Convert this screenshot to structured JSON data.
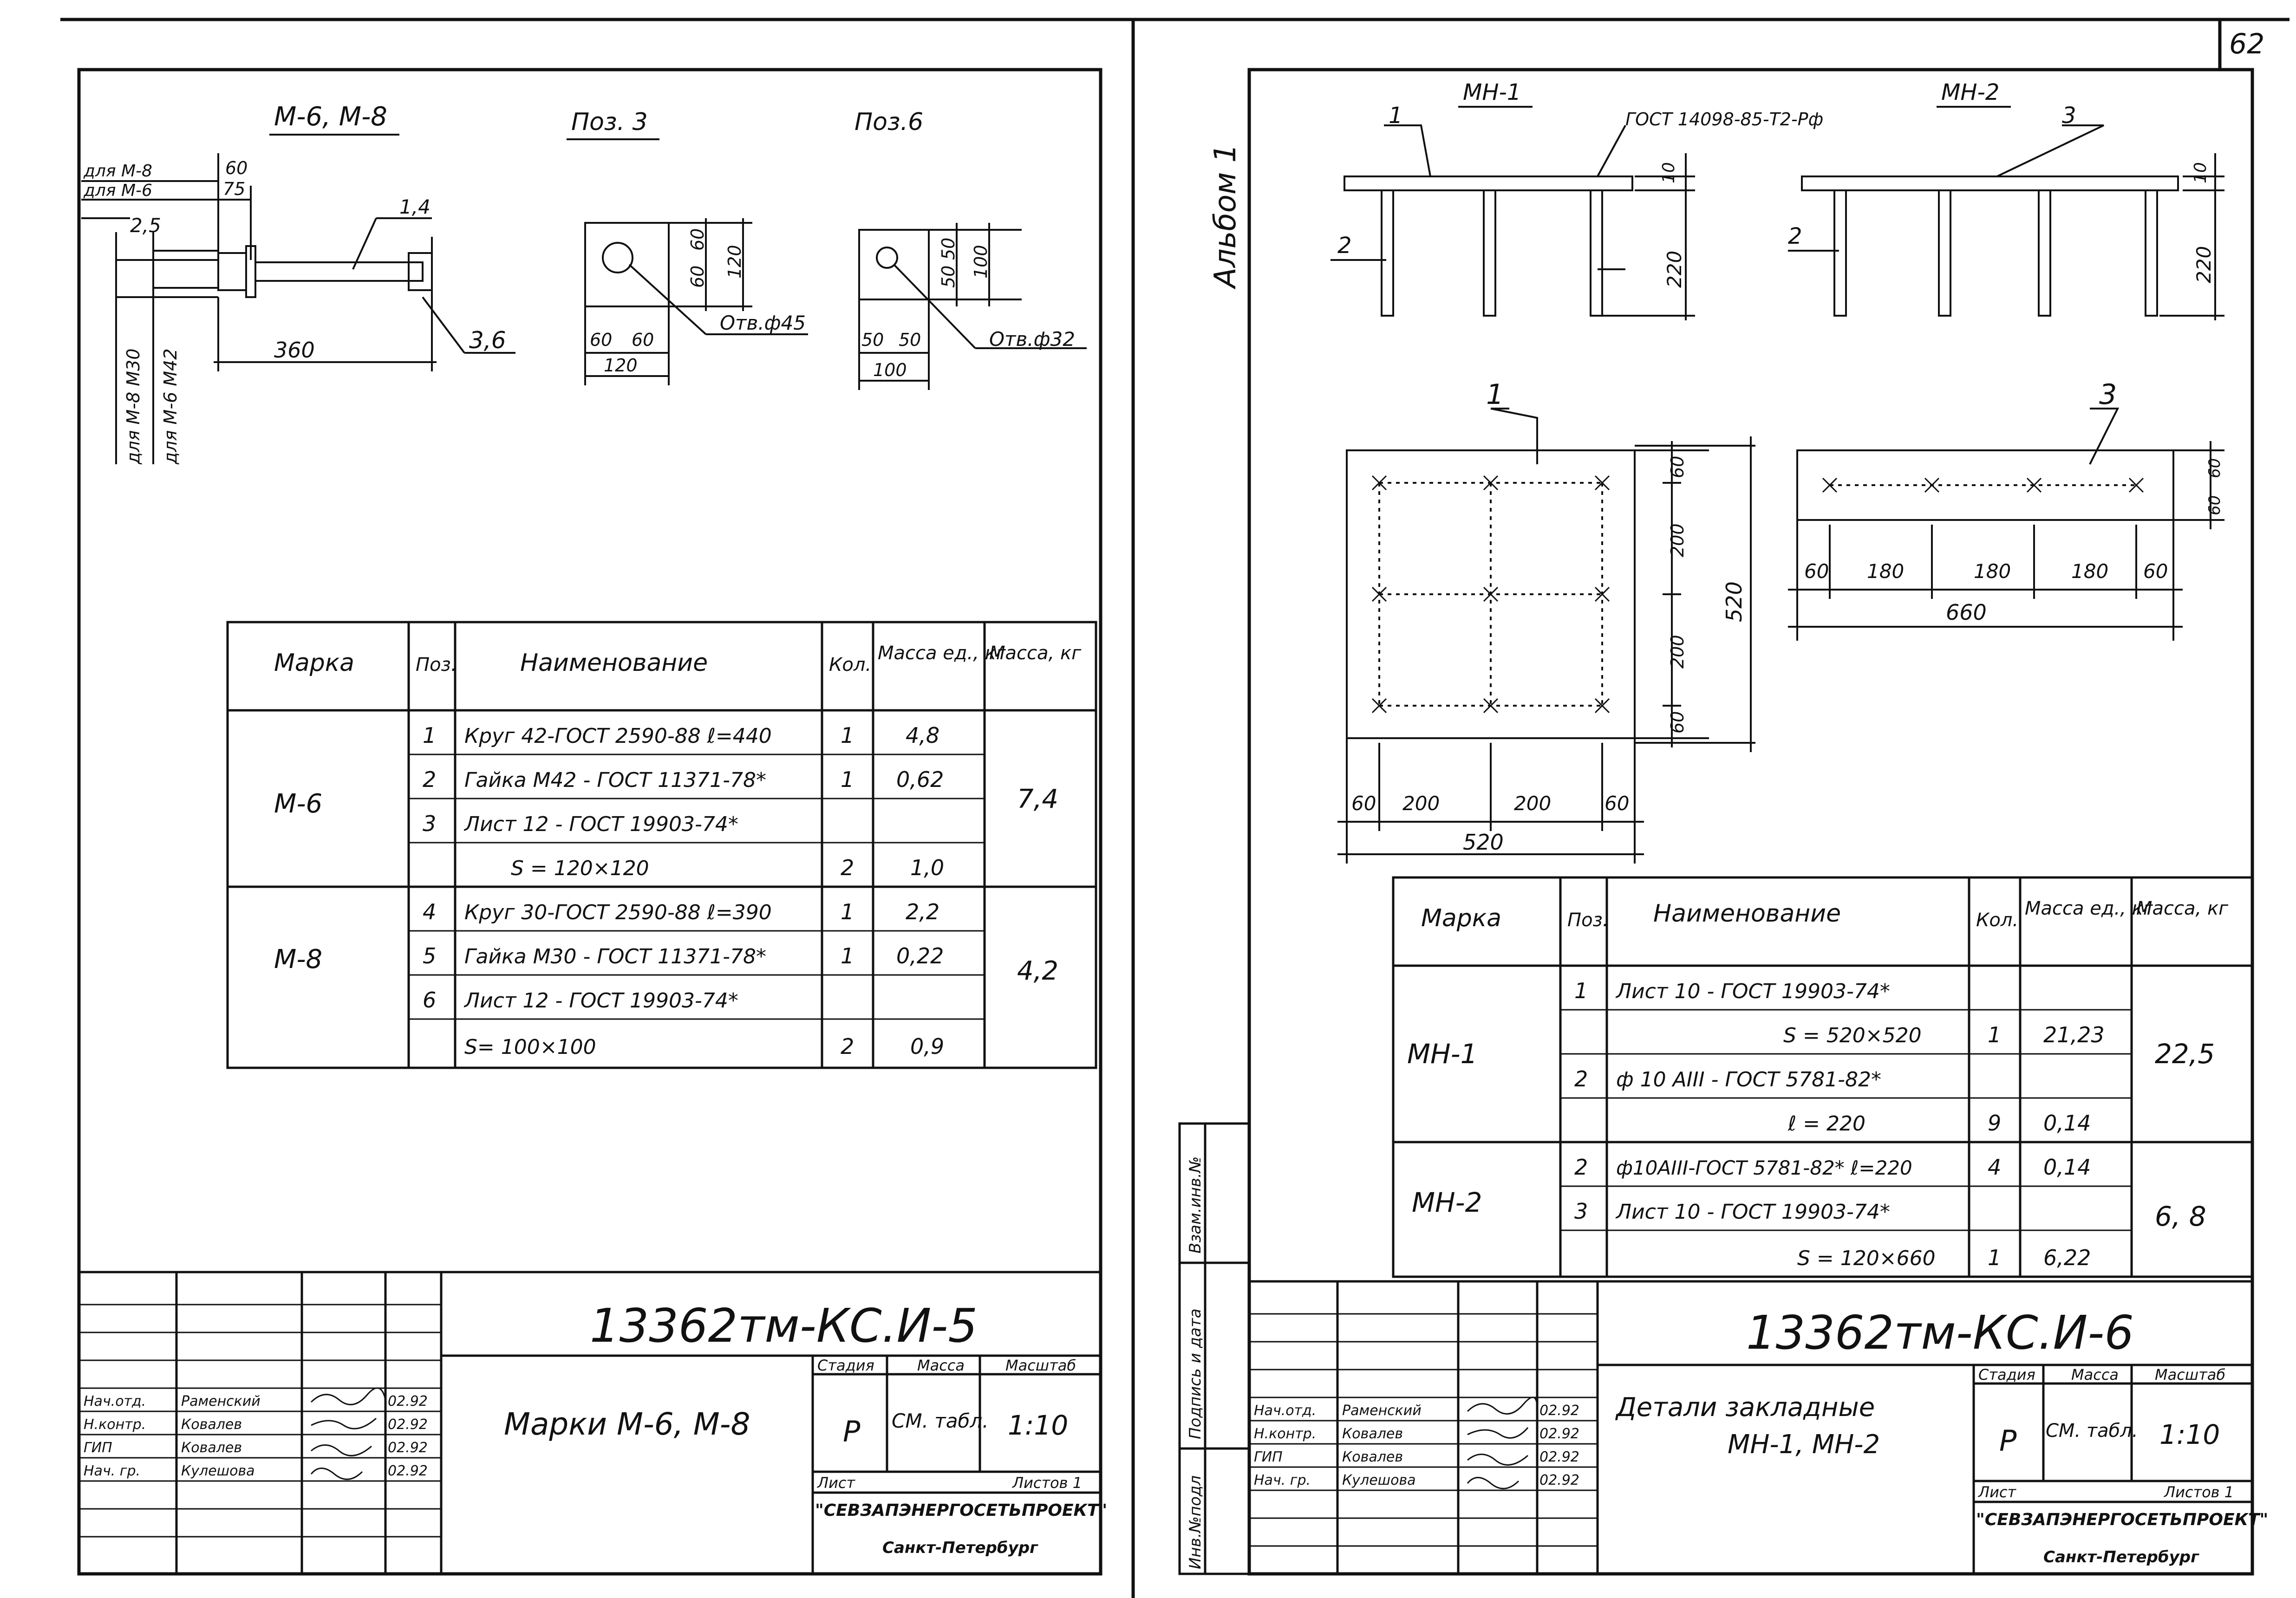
{
  "sheet_number": "62",
  "album_label": "Альбом 1",
  "side_stamp": {
    "inv": "Инв.№подл",
    "sign_date": "Подпись и дата",
    "vzam": "Взам.инв.№"
  },
  "left": {
    "drawing_title": "М-6, М-8",
    "pos3_title": "Поз. 3",
    "pos6_title": "Поз.6",
    "dims": {
      "m8_label": "для М-8",
      "m6_label": "для М-6",
      "d60": "60",
      "d75": "75",
      "d25": "2,5",
      "d14": "1,4",
      "m30": "для М-8 М30",
      "m42": "для М-6 М42",
      "d360": "360",
      "d36": "3,6",
      "p3_60a": "60",
      "p3_60b": "60",
      "p3_120": "120",
      "p3_60c": "60",
      "p3_60d": "60",
      "p3_120b": "120",
      "p3_hole": "Отв.ф45",
      "p6_50a": "50",
      "p6_50b": "50",
      "p6_100": "100",
      "p6_50c": "50",
      "p6_50d": "50",
      "p6_100b": "100",
      "p6_hole": "Отв.ф32"
    },
    "table": {
      "headers": [
        "Марка",
        "Поз.",
        "Наименование",
        "Кол.",
        "Масса ед., кг",
        "Масса, кг"
      ],
      "groups": [
        {
          "mark": "М-6",
          "total": "7,4",
          "rows": [
            {
              "pos": "1",
              "name": "Круг 42-ГОСТ 2590-88 ℓ=440",
              "qty": "1",
              "mass": "4,8"
            },
            {
              "pos": "2",
              "name": "Гайка М42 - ГОСТ 11371-78*",
              "qty": "1",
              "mass": "0,62"
            },
            {
              "pos": "3",
              "name": "Лист 12 - ГОСТ 19903-74*",
              "qty": "",
              "mass": ""
            },
            {
              "pos": "",
              "name": "S = 120×120",
              "qty": "2",
              "mass": "1,0"
            }
          ]
        },
        {
          "mark": "М-8",
          "total": "4,2",
          "rows": [
            {
              "pos": "4",
              "name": "Круг 30-ГОСТ 2590-88 ℓ=390",
              "qty": "1",
              "mass": "2,2"
            },
            {
              "pos": "5",
              "name": "Гайка М30 - ГОСТ 11371-78*",
              "qty": "1",
              "mass": "0,22"
            },
            {
              "pos": "6",
              "name": "Лист 12 - ГОСТ 19903-74*",
              "qty": "",
              "mass": ""
            },
            {
              "pos": "",
              "name": "S= 100×100",
              "qty": "2",
              "mass": "0,9"
            }
          ]
        }
      ]
    },
    "title_block": {
      "code": "13362тм-КС.И-5",
      "name": "Марки М-6, М-8",
      "roles": [
        "Нач.отд.",
        "Н.контр.",
        "ГИП",
        "Нач. гр."
      ],
      "people": [
        "Раменский",
        "Ковалев",
        "Ковалев",
        "Кулешова"
      ],
      "dates": [
        "02.92",
        "02.92",
        "02.92",
        "02.92"
      ],
      "stage_label": "Стадия",
      "mass_label": "Масса",
      "scale_label": "Масштаб",
      "stage": "Р",
      "mass": "СМ. табл.",
      "scale": "1:10",
      "sheet_label": "Лист",
      "sheets_label": "Листов 1",
      "org": "\"СЕВЗАПЭНЕРГОСЕТЬПРОЕКТ\"",
      "city": "Санкт-Петербург"
    }
  },
  "right": {
    "mn1_title": "МН-1",
    "mn2_title": "МН-2",
    "gost_note": "ГОСТ 14098-85-Т2-Рф",
    "callouts": {
      "c1": "1",
      "c2": "2",
      "c3": "3",
      "c2b": "2",
      "c1b": "1",
      "c3b": "3"
    },
    "dims": {
      "d10a": "10",
      "d220a": "220",
      "d10b": "10",
      "d220b": "220",
      "v60a": "60",
      "v200a": "200",
      "v200b": "200",
      "v60b": "60",
      "v520": "520",
      "h60a": "60",
      "h200a": "200",
      "h200b": "200",
      "h60b": "60",
      "h520": "520",
      "r60a": "60",
      "r180a": "180",
      "r180b": "180",
      "r180c": "180",
      "r60b": "60",
      "r660": "660",
      "rv60a": "60",
      "rv60b": "60"
    },
    "table": {
      "headers": [
        "Марка",
        "Поз.",
        "Наименование",
        "Кол.",
        "Масса ед., кг",
        "Масса, кг"
      ],
      "groups": [
        {
          "mark": "МН-1",
          "total": "22,5",
          "rows": [
            {
              "pos": "1",
              "name": "Лист 10 - ГОСТ 19903-74*",
              "qty": "",
              "mass": ""
            },
            {
              "pos": "",
              "name": "S = 520×520",
              "qty": "1",
              "mass": "21,23"
            },
            {
              "pos": "2",
              "name": "ф 10 АIII - ГОСТ 5781-82*",
              "qty": "",
              "mass": ""
            },
            {
              "pos": "",
              "name": "ℓ = 220",
              "qty": "9",
              "mass": "0,14"
            }
          ]
        },
        {
          "mark": "МН-2",
          "total": "6, 8",
          "rows": [
            {
              "pos": "2",
              "name": "ф10АIII-ГОСТ 5781-82* ℓ=220",
              "qty": "4",
              "mass": "0,14"
            },
            {
              "pos": "3",
              "name": "Лист 10 - ГОСТ 19903-74*",
              "qty": "",
              "mass": ""
            },
            {
              "pos": "",
              "name": "S = 120×660",
              "qty": "1",
              "mass": "6,22"
            }
          ]
        }
      ]
    },
    "title_block": {
      "code": "13362тм-КС.И-6",
      "name_line1": "Детали закладные",
      "name_line2": "МН-1, МН-2",
      "roles": [
        "Нач.отд.",
        "Н.контр.",
        "ГИП",
        "Нач. гр."
      ],
      "people": [
        "Раменский",
        "Ковалев",
        "Ковалев",
        "Кулешова"
      ],
      "dates": [
        "02.92",
        "02.92",
        "02.92",
        "02.92"
      ],
      "stage_label": "Стадия",
      "mass_label": "Масса",
      "scale_label": "Масштаб",
      "stage": "Р",
      "mass": "СМ. табл.",
      "scale": "1:10",
      "sheet_label": "Лист",
      "sheets_label": "Листов 1",
      "org": "\"СЕВЗАПЭНЕРГОСЕТЬПРОЕКТ\"",
      "city": "Санкт-Петербург"
    }
  }
}
